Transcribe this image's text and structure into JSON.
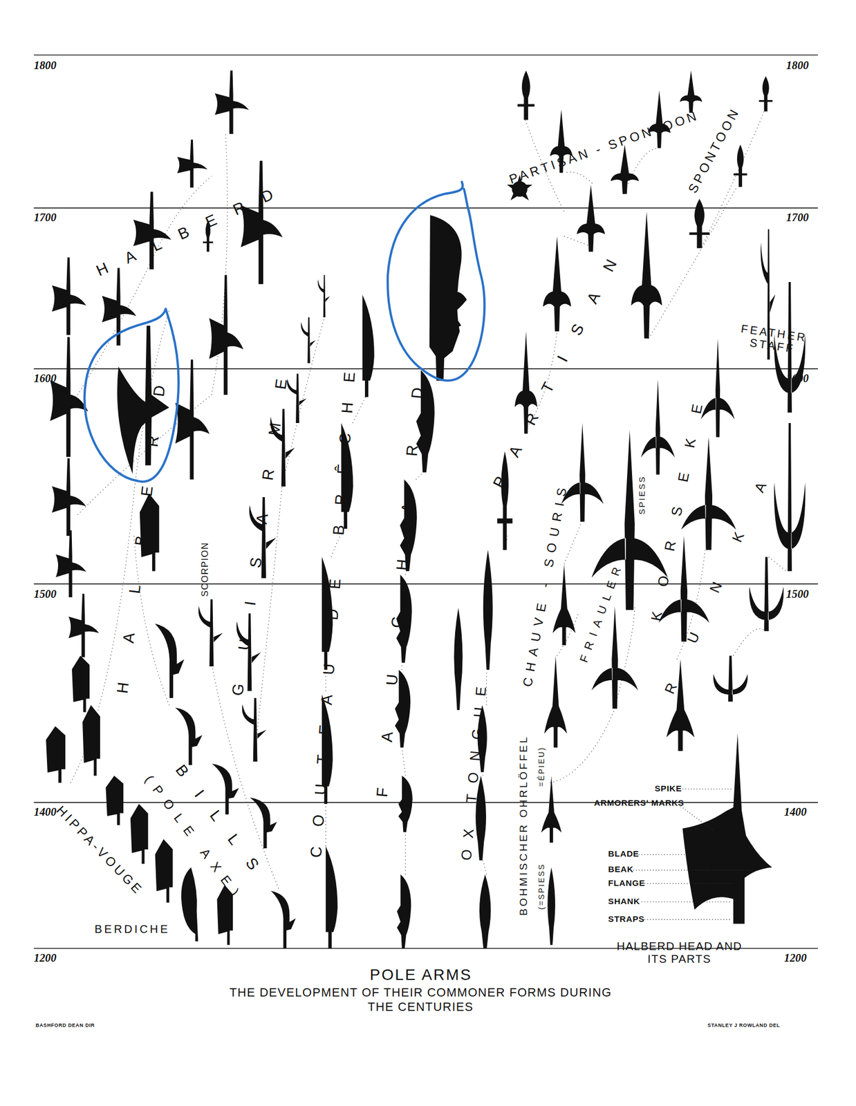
{
  "diagram": {
    "title": "POLE ARMS",
    "caption": "THE DEVELOPMENT OF THEIR COMMONER FORMS DURING THE CENTURIES",
    "labels": [
      "1800",
      "1800",
      "1700",
      "1700",
      "1600",
      "1600",
      "1500",
      "1500",
      "1400",
      "1400",
      "1200",
      "1200",
      "PARTISAN - SPONTOON",
      "SPONTOON",
      "HALBERD",
      "PARTISAN",
      "FEATHER STAFF",
      "HALBERD",
      "GUISARME",
      "COUTEAU DE BRÊCHE",
      "FAUCHARD",
      "CHAUVE - SOURIS",
      "SPIESS",
      "FRIAULER",
      "KORSEKE",
      "RUNKA",
      "SCORPION",
      "OX TONGUE",
      "BOHMISCHER OHRLÖFFEL",
      "=ÉPIEU)",
      "(=SPIESS",
      "HIPPA-VOUGE",
      "BERDICHE",
      "BILLS",
      "(POLE AXE)",
      "SPIKE",
      "ARMORERS' MARKS",
      "BLADE",
      "BEAK",
      "FLANGE",
      "SHANK",
      "STRAPS",
      "HALBERD HEAD AND ITS PARTS",
      "BASHFORD DEAN DIR",
      "STANLEY J ROWLAND DEL"
    ]
  }
}
